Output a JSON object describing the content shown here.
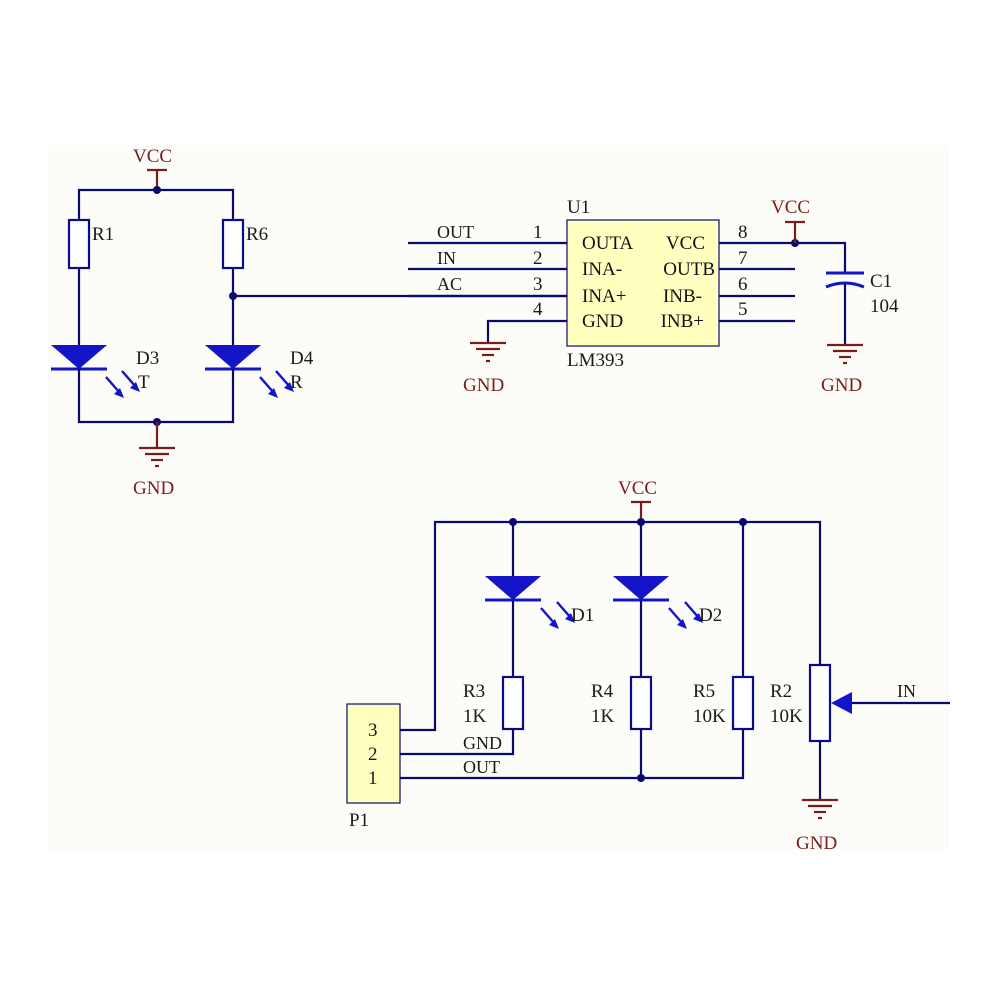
{
  "colors": {
    "wire": "#0a0a6e",
    "power": "#7a1c1c",
    "diode": "#1414c8",
    "chip": "#ffffc0",
    "sheet": "#fcfcf8"
  },
  "nets": {
    "vcc": "VCC",
    "gnd": "GND",
    "out": "OUT",
    "in": "IN",
    "ac": "AC"
  },
  "u1": {
    "ref": "U1",
    "part": "LM393",
    "pins_left": [
      {
        "num": "1",
        "name": "OUTA"
      },
      {
        "num": "2",
        "name": "INA-"
      },
      {
        "num": "3",
        "name": "INA+"
      },
      {
        "num": "4",
        "name": "GND"
      }
    ],
    "pins_right": [
      {
        "num": "8",
        "name": "VCC"
      },
      {
        "num": "7",
        "name": "OUTB"
      },
      {
        "num": "6",
        "name": "INB-"
      },
      {
        "num": "5",
        "name": "INB+"
      }
    ]
  },
  "c1": {
    "ref": "C1",
    "value": "104"
  },
  "resistors": {
    "r1": {
      "ref": "R1"
    },
    "r6": {
      "ref": "R6"
    },
    "r3": {
      "ref": "R3",
      "value": "1K"
    },
    "r4": {
      "ref": "R4",
      "value": "1K"
    },
    "r5": {
      "ref": "R5",
      "value": "10K"
    },
    "r2": {
      "ref": "R2",
      "value": "10K"
    }
  },
  "diodes": {
    "d3": {
      "ref": "D3",
      "tag": "T"
    },
    "d4": {
      "ref": "D4",
      "tag": "R"
    },
    "d1": {
      "ref": "D1"
    },
    "d2": {
      "ref": "D2"
    }
  },
  "p1": {
    "ref": "P1",
    "pins": [
      "3",
      "2",
      "1"
    ]
  }
}
